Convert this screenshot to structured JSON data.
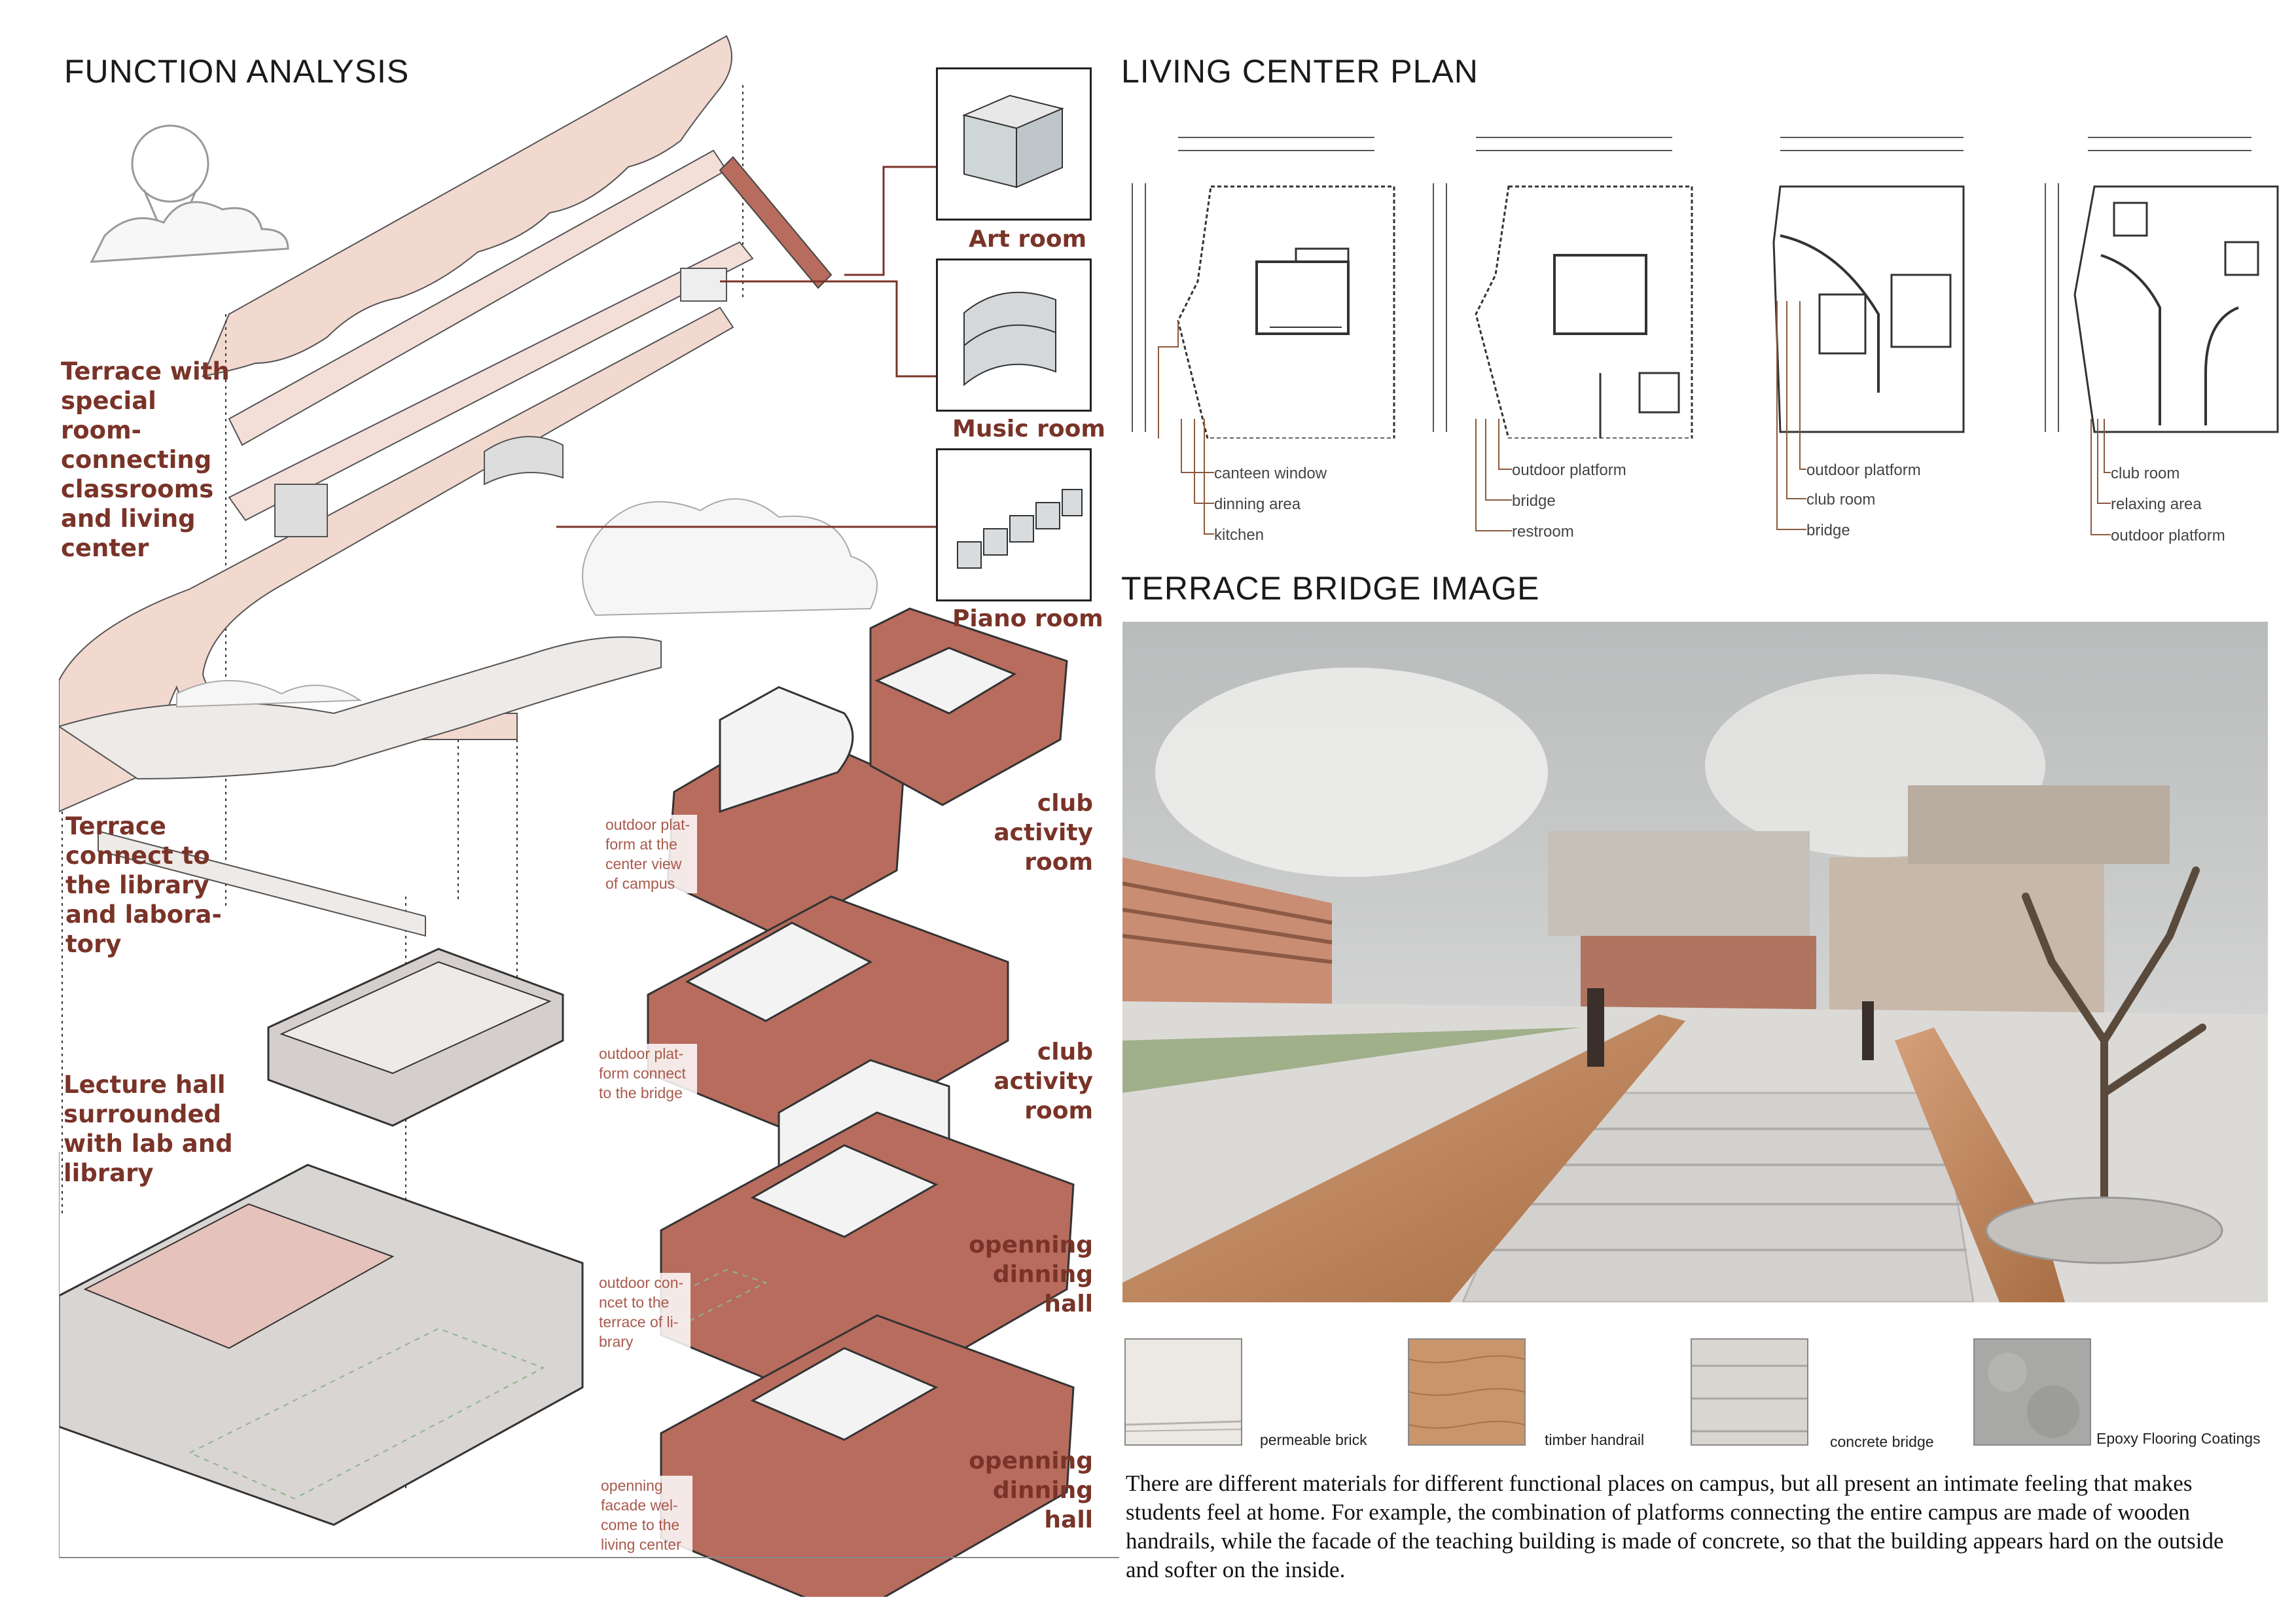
{
  "function_analysis": {
    "title": "FUNCTION ANALYSIS",
    "labels": {
      "terrace_special": "Terrace with special room-connecting classrooms and living center",
      "terrace_library": "Terrace connect to the library and labora-tory",
      "lecture_hall": "Lecture hall surrounded with lab and library"
    },
    "rooms": {
      "art": "Art room",
      "music": "Music room",
      "piano": "Piano room",
      "club1": "club activity room",
      "club2": "club activity room",
      "dinning1": "openning dinning hall",
      "dinning2": "openning dinning hall"
    },
    "notes": {
      "center_view": "outdoor plat-form at the center view of campus",
      "bridge": "outdoor plat-form connect to the bridge",
      "terrace_library": "outdoor con-ncet to the terrace of li-brary",
      "facade": "openning facade wel-come to the living center"
    }
  },
  "living_center_plan": {
    "title": "LIVING CENTER PLAN",
    "plans": [
      {
        "labels": [
          "canteen window",
          "dinning area",
          "kitchen"
        ]
      },
      {
        "labels": [
          "outdoor platform",
          "bridge",
          "restroom"
        ]
      },
      {
        "labels": [
          "outdoor platform",
          "club room",
          "bridge"
        ]
      },
      {
        "labels": [
          "club room",
          "relaxing area",
          "outdoor platform"
        ]
      }
    ]
  },
  "terrace_bridge": {
    "title": "TERRACE BRIDGE IMAGE"
  },
  "materials": [
    {
      "name": "permeable brick",
      "swatch": "#ece8e4"
    },
    {
      "name": "timber handrail",
      "swatch": "#c9956a"
    },
    {
      "name": "concrete bridge",
      "swatch": "#d9d6d2"
    },
    {
      "name": "Epoxy Flooring Coatings",
      "swatch": "#a8a8a6"
    }
  ],
  "description": "There are different materials for different functional places on campus, but all present an intimate feeling that makes students feel at home. For example, the combination of platforms connecting the entire campus are made of wooden handrails, while the facade of the teaching building is made of concrete, so that the building appears hard on the outside and softer on the inside.",
  "colors": {
    "accent_red": "#7a3328",
    "note_red": "#a85a4d",
    "terrace_pink": "#f0d6cd",
    "floor_red": "#b86c5e",
    "wood": "#c08458"
  }
}
